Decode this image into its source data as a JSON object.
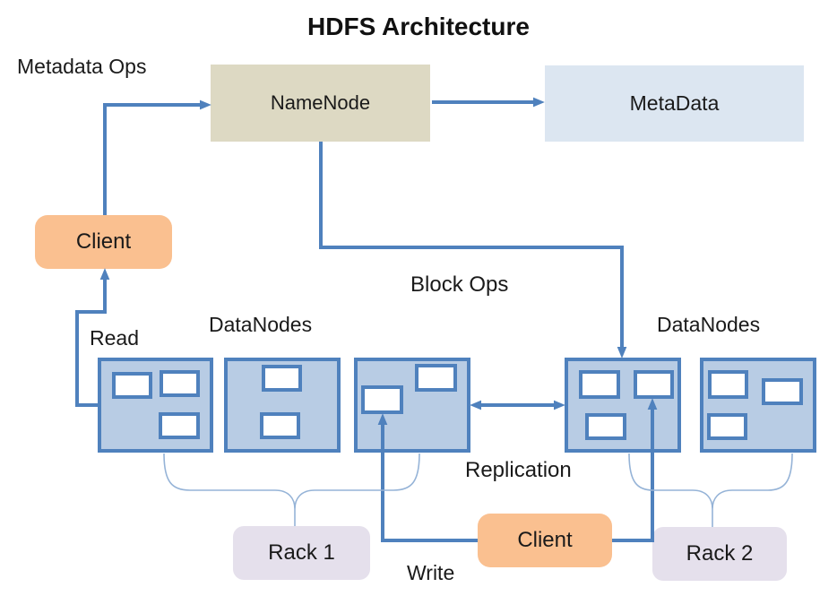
{
  "title": "HDFS Architecture",
  "nodes": {
    "namenode": "NameNode",
    "metadata": "MetaData",
    "client_read": "Client",
    "client_write": "Client",
    "rack1": "Rack 1",
    "rack2": "Rack 2"
  },
  "edge_labels": {
    "metadata_ops": "Metadata Ops",
    "block_ops": "Block Ops",
    "read": "Read",
    "write": "Write",
    "replication": "Replication"
  },
  "group_labels": {
    "datanodes_left": "DataNodes",
    "datanodes_right": "DataNodes"
  },
  "colors": {
    "namenode_fill": "#DDD9C3",
    "metadata_fill": "#DCE6F1",
    "client_fill": "#FAC090",
    "rack_fill": "#E5E0EC",
    "datanode_fill": "#B8CCE4",
    "datanode_border": "#4F81BD",
    "arrow": "#4F81BD",
    "brace": "#95B3D7"
  }
}
